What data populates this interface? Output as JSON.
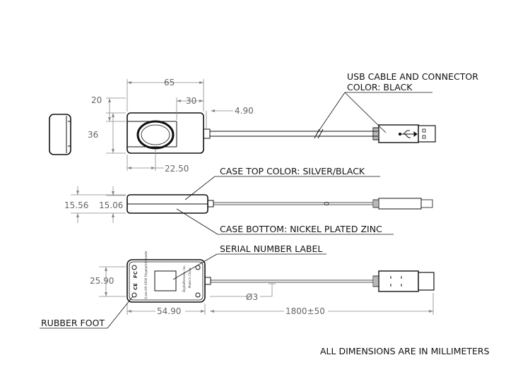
{
  "colors": {
    "outline": "#111111",
    "dimension": "#888888",
    "dimension_text": "#666666",
    "note_text": "#111111"
  },
  "top_view": {
    "dim_overall_length": "65",
    "dim_sensor_offset": "30",
    "dim_sensor_depth": "20",
    "dim_overall_width": "36",
    "dim_sensor_width": "22.50",
    "dim_cable_diameter": "4.90"
  },
  "side_view": {
    "dim_height_total": "15.56",
    "dim_height_case": "15.06"
  },
  "bottom_view": {
    "dim_label_height": "25.90",
    "dim_label_length": "54.90",
    "dim_cable_dia": "Ø3",
    "dim_cable_length": "1800±50",
    "label_line1": "U.are.U® 4500 Fingerprint Reader",
    "label_line2": "DigitalPersona, Inc.",
    "label_line3": "Made in China"
  },
  "callouts": {
    "usb_cable": "USB CABLE AND CONNECTOR",
    "usb_color": "COLOR: BLACK",
    "case_top": "CASE TOP COLOR: SILVER/BLACK",
    "case_bottom": "CASE BOTTOM: NICKEL PLATED ZINC",
    "serial_label": "SERIAL NUMBER LABEL",
    "rubber_foot": "RUBBER FOOT"
  },
  "footer_note": "ALL DIMENSIONS ARE IN MILLIMETERS",
  "icons": [
    "usb-icon",
    "fcc-mark-icon",
    "ce-mark-icon"
  ]
}
